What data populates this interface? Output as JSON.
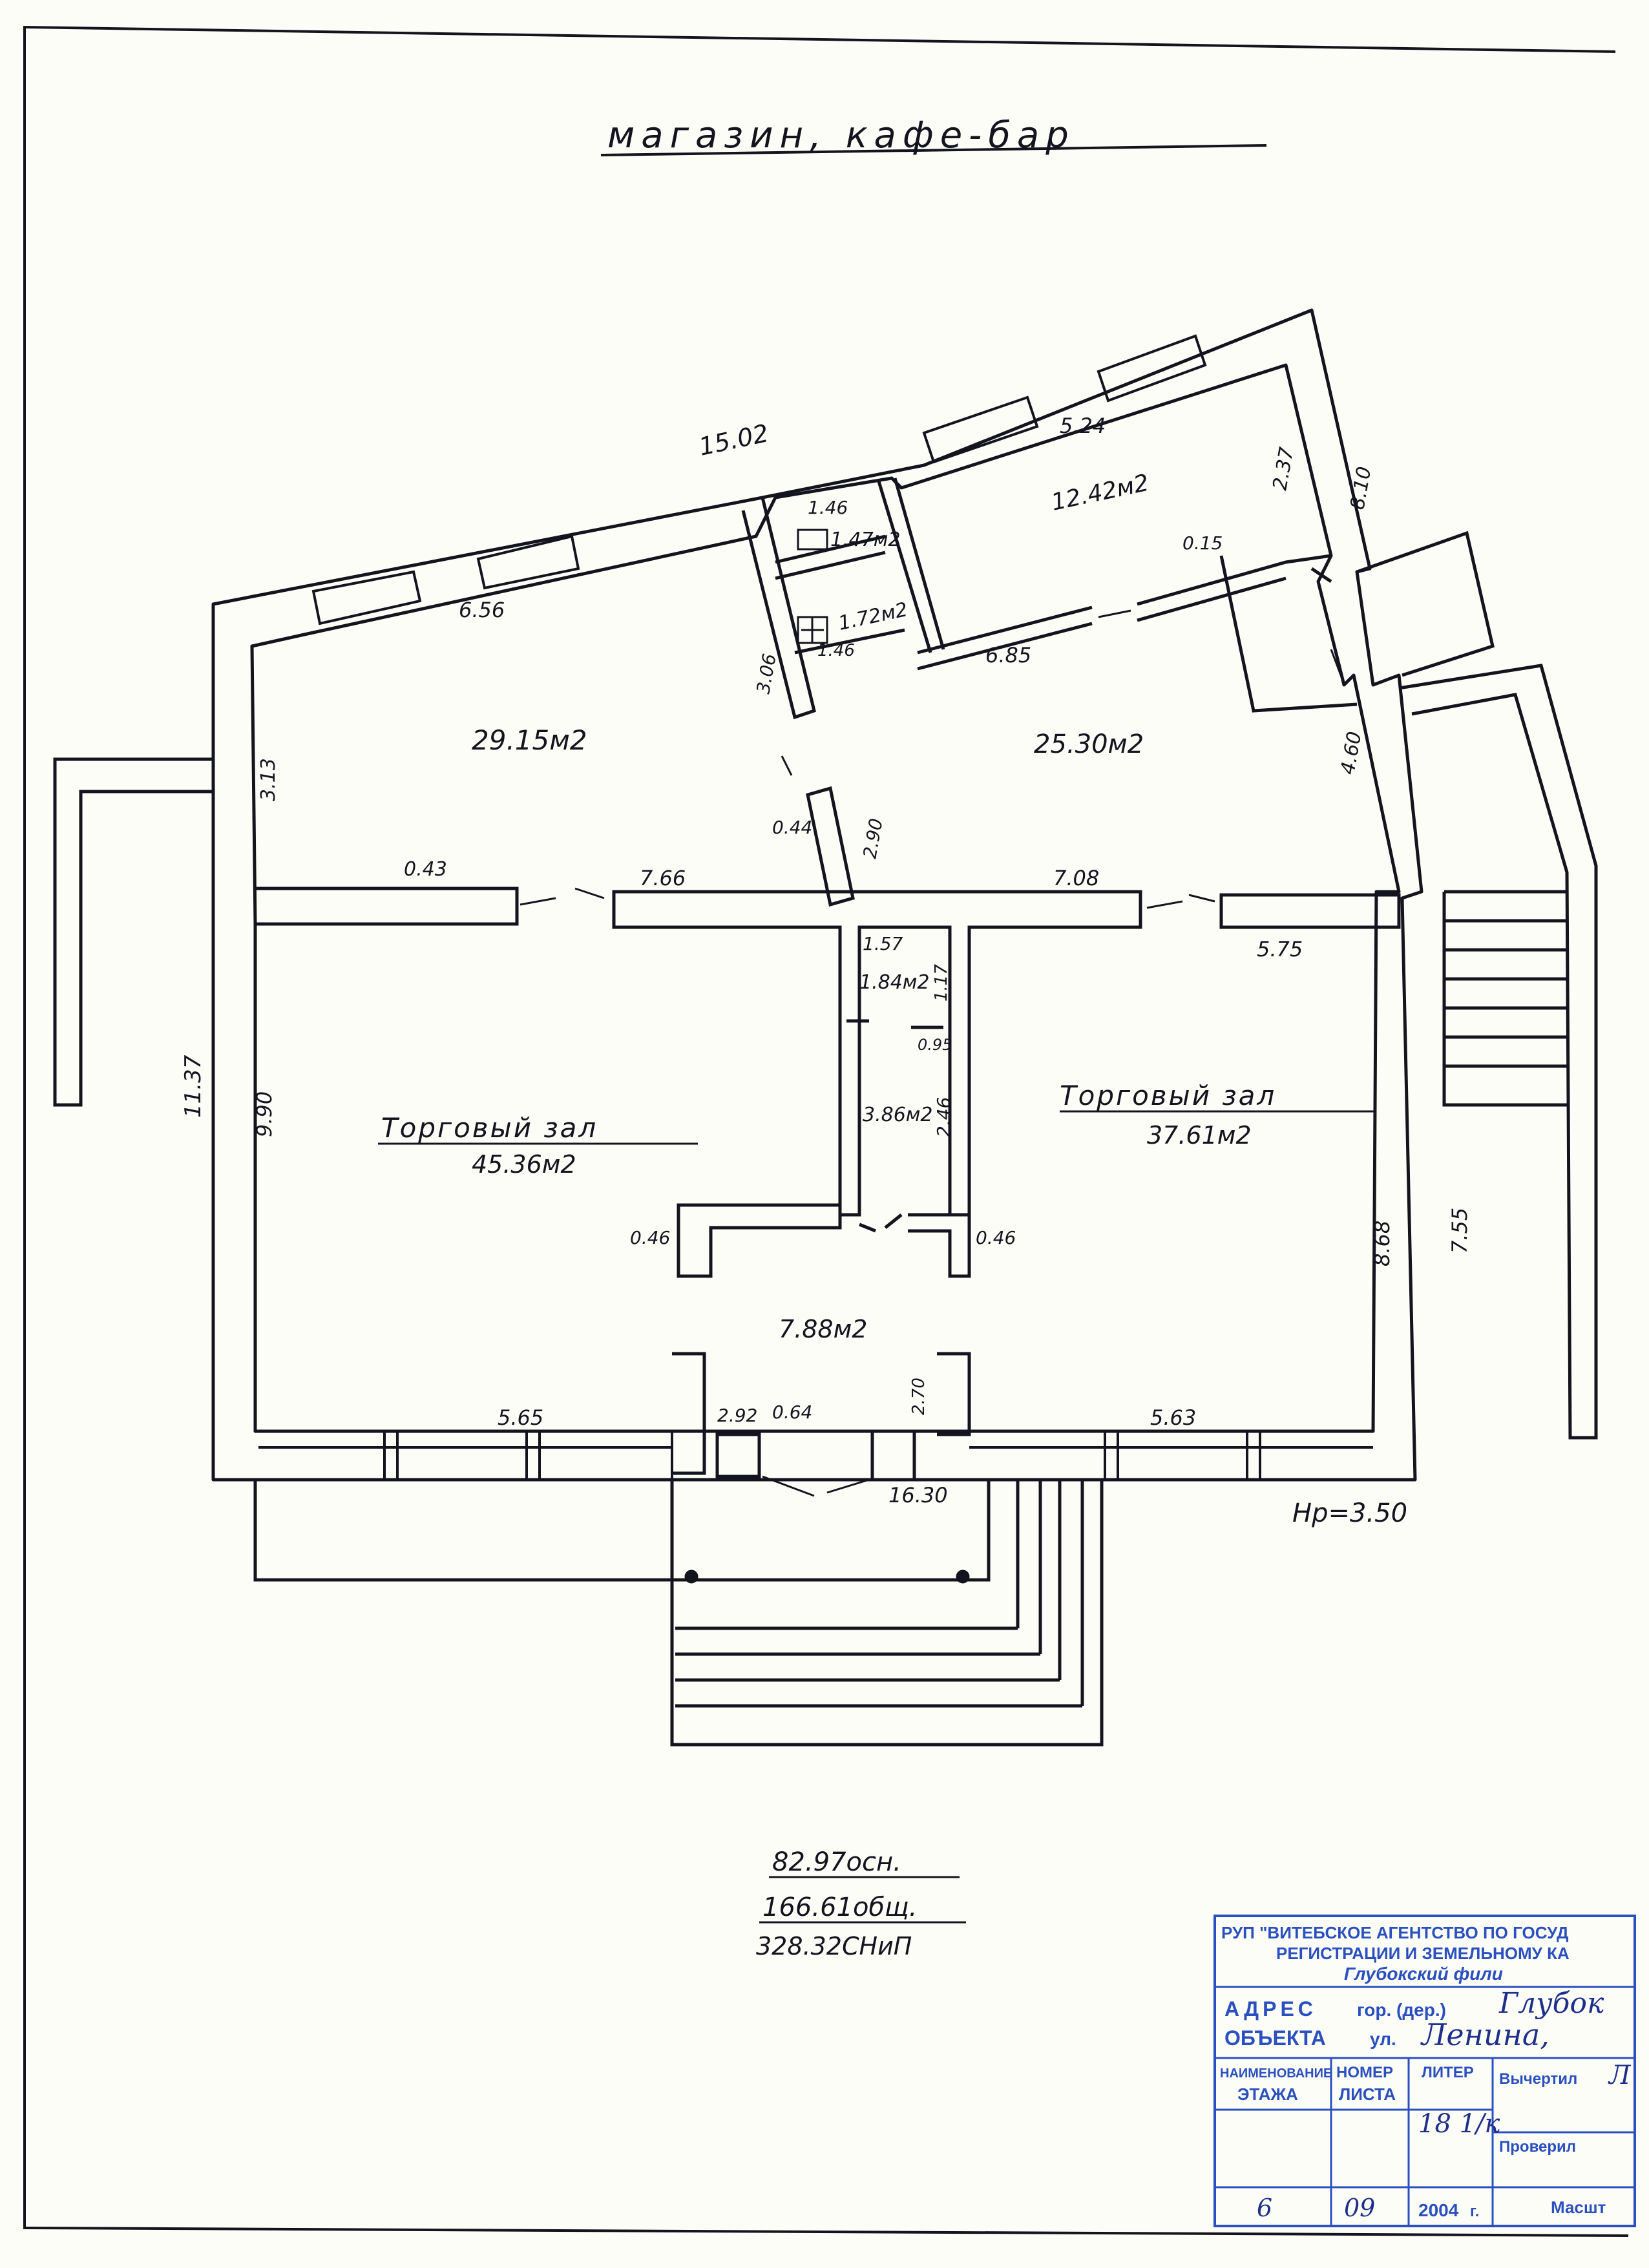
{
  "title": "магазин, кафе-бар",
  "rooms": [
    {
      "id": "room-north-west",
      "area": "29.15м2"
    },
    {
      "id": "room-north-east",
      "area": "25.30м2"
    },
    {
      "id": "room-top",
      "area": "12.42м2"
    },
    {
      "id": "wc-1",
      "area": "1.47м2"
    },
    {
      "id": "wc-2",
      "area": "1.72м2"
    },
    {
      "id": "hall-left",
      "name": "Торговый зал",
      "area": "45.36м2"
    },
    {
      "id": "hall-right",
      "name": "Торговый зал",
      "area": "37.61м2"
    },
    {
      "id": "corridor-small",
      "area": "1.84м2"
    },
    {
      "id": "corridor-mid",
      "area": "3.86м2"
    },
    {
      "id": "vestibule",
      "area": "7.88м2"
    }
  ],
  "dimensions": {
    "d1502": "15.02",
    "d656": "6.56",
    "d524": "5.24",
    "d237": "2.37",
    "d810": "8.10",
    "d146a": "1.46",
    "d146b": "1.46",
    "d015": "0.15",
    "d685": "6.85",
    "d306": "3.06",
    "d313": "3.13",
    "d460": "4.60",
    "d044": "0.44",
    "d290": "2.90",
    "d043": "0.43",
    "d766": "7.66",
    "d708": "7.08",
    "d575": "5.75",
    "d157": "1.57",
    "d117": "1.17",
    "d095": "0.95",
    "d246": "2.46",
    "d1137": "11.37",
    "d990": "9.90",
    "d868": "8.68",
    "d755": "7.55",
    "d046a": "0.46",
    "d046b": "0.46",
    "d565": "5.65",
    "d292": "2.92",
    "d064": "0.64",
    "d270": "2.70",
    "d563": "5.63",
    "d1630": "16.30",
    "hp": "Нр=3.50"
  },
  "summary": [
    "82.97осн.",
    "166.61общ.",
    "328.32СНиП"
  ],
  "stamp": {
    "org_line1": "РУП \"ВИТЕБСКОЕ АГЕНТСТВО ПО ГОСУД",
    "org_line2": "РЕГИСТРАЦИИ И ЗЕМЕЛЬНОМУ КА",
    "org_line3": "Глубокский фили",
    "addr_label1": "АДРЕС",
    "addr_label2": "ОБЪЕКТА",
    "city_prefix": "гор. (дер.)",
    "city_value": "Глубок",
    "street_prefix": "ул.",
    "street_value": "Ленина,",
    "col_name1": "НАИМЕНОВАНИЕ",
    "col_name2": "ЭТАЖА",
    "col_number1": "НОМЕР",
    "col_number2": "ЛИСТА",
    "col_liter": "ЛИТЕР",
    "col_drawn": "Вычертил",
    "drawn_value": "Л",
    "liter_value": "18 1/к",
    "checked": "Проверил",
    "scale": "Масшт",
    "date_day": "6",
    "date_month": "09",
    "date_year": "2004",
    "date_suffix": "г."
  },
  "colors": {
    "ink": "#14141e",
    "stamp_blue": "#2a4fbf",
    "paper": "#fdfdf8"
  }
}
